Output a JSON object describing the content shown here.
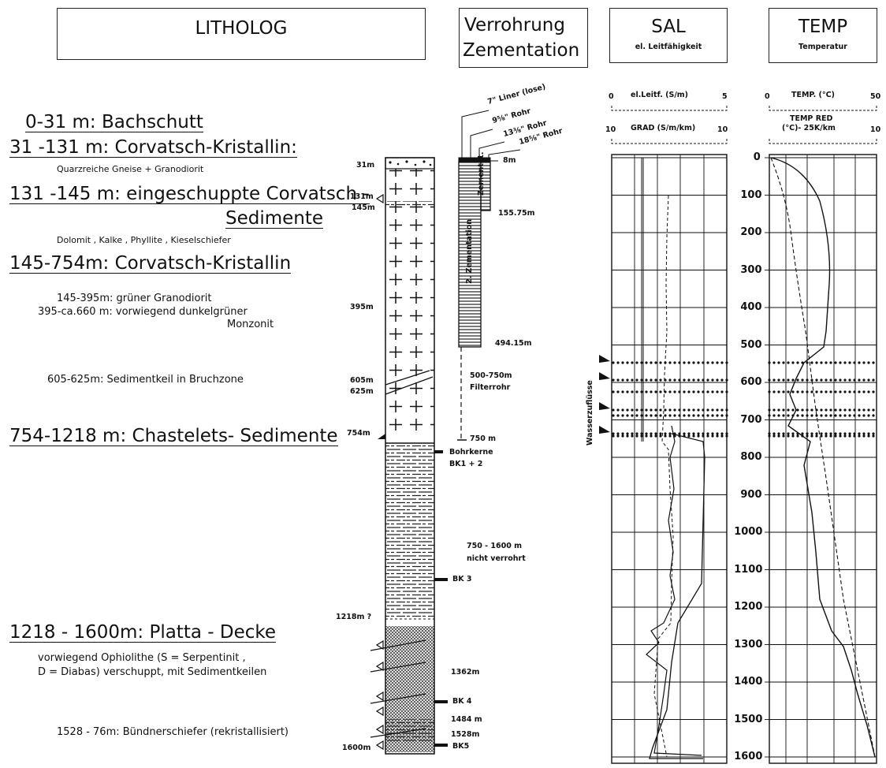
{
  "headers": {
    "litholog": "LITHOLOG",
    "verrohrung": "Verrohrung",
    "zementation": "Zementation",
    "sal": "SAL",
    "sal_sub": "el. Leitfähigkeit",
    "temp": "TEMP",
    "temp_sub": "Temperatur"
  },
  "sal_axes": {
    "leitf_label": "el.Leitf. (S/m)",
    "leitf_min": "0",
    "leitf_max": "5",
    "grad_label": "GRAD (S/m/km)",
    "grad_min": "10",
    "grad_max": "10"
  },
  "temp_axes": {
    "temp_label": "TEMP. (°C)",
    "temp_min": "0",
    "temp_max": "50",
    "red_label1": "TEMP RED",
    "red_label2": "(°C)- 25K/km",
    "red_max": "10"
  },
  "depth_ticks": [
    "0",
    "100",
    "200",
    "300",
    "400",
    "500",
    "600",
    "700",
    "800",
    "900",
    "1000",
    "1100",
    "1200",
    "1300",
    "1400",
    "1500",
    "1600"
  ],
  "units": [
    {
      "text": "0-31 m: Bachschutt"
    },
    {
      "text": "31 -131 m: Corvatsch-Kristallin:"
    },
    {
      "text": "Quarzreiche Gneise + Granodiorit"
    },
    {
      "text": "131 -145 m: eingeschuppte Corvatsch -"
    },
    {
      "text": "Sedimente"
    },
    {
      "text": "Dolomit , Kalke , Phyllite , Kieselschiefer"
    },
    {
      "text": "145-754m: Corvatsch-Kristallin"
    },
    {
      "text": "145-395m: grüner Granodiorit"
    },
    {
      "text": "395-ca.660 m: vorwiegend dunkelgrüner"
    },
    {
      "text": "Monzonit"
    },
    {
      "text": "605-625m: Sedimentkeil in Bruchzone"
    },
    {
      "text": "754-1218 m: Chastelets- Sedimente"
    },
    {
      "text": "1218 - 1600m: Platta - Decke"
    },
    {
      "text": "vorwiegend Ophiolithe (S = Serpentinit ,"
    },
    {
      "text": "D = Diabas) verschuppt, mit Sedimentkeilen"
    },
    {
      "text": "1528 - 76m: Bündnerschiefer (rekristallisiert)"
    }
  ],
  "column_depths": [
    "31m",
    "131m",
    "145m",
    "395m",
    "605m",
    "625m",
    "754m",
    "1218m ?",
    "1600m"
  ],
  "casing": {
    "liner": "7\" Liner (lose)",
    "rohr1": "9⅝\" Rohr",
    "rohr2": "13⅜\" Rohr",
    "rohr3": "18⅝\" Rohr",
    "d8": "8m",
    "zementat": "Zementat.",
    "d155": "155.75m",
    "zementation2": "2. Zementation",
    "d494": "494.15m",
    "filter_range": "500-750m",
    "filter": "Filterrohr",
    "d750": "750 m",
    "bk12a": "Bohrkerne",
    "bk12b": "BK1 + 2",
    "open_range": "750 - 1600 m",
    "open": "nicht verrohrt",
    "bk3": "BK 3",
    "d1362": "1362m",
    "bk4": "BK 4",
    "d1484": "1484 m",
    "d1528": "1528m",
    "bk5": "BK5"
  },
  "wasser": "Wasserzuflüsse",
  "colors": {
    "ink": "#111111",
    "paper": "#ffffff"
  }
}
